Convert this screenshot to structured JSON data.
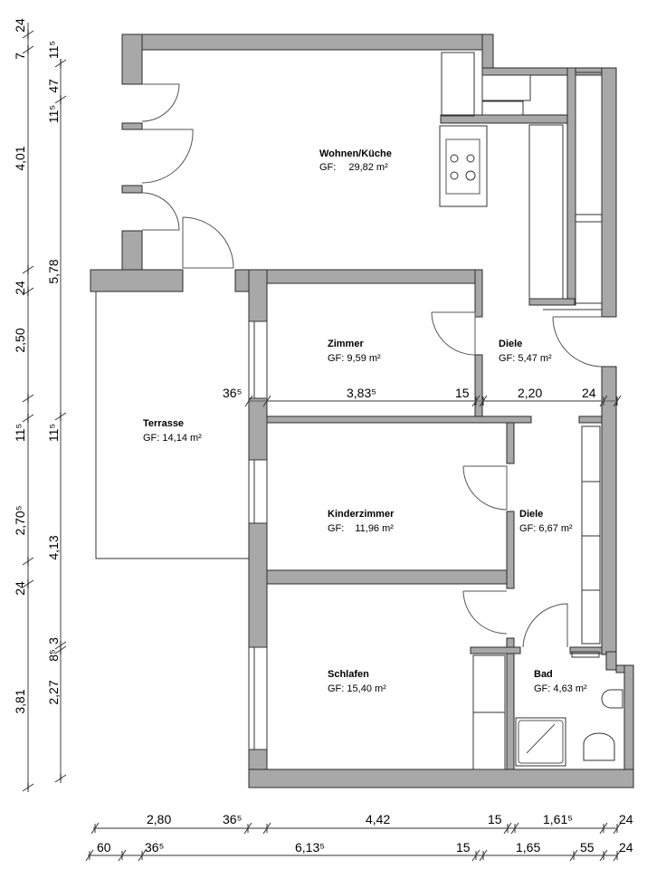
{
  "rooms": [
    {
      "name": "Wohnen/Küche",
      "gf": "GF:",
      "area": "29,82 m²"
    },
    {
      "name": "Zimmer",
      "gf": "GF:",
      "area": "9,59 m²"
    },
    {
      "name": "Diele",
      "gf": "GF:",
      "area": "5,47 m²"
    },
    {
      "name": "Terrasse",
      "gf": "GF:",
      "area": "14,14 m²"
    },
    {
      "name": "Kinderzimmer",
      "gf": "GF:",
      "area": "11,96 m²"
    },
    {
      "name": "Diele",
      "gf": "GF:",
      "area": "6,67 m²"
    },
    {
      "name": "Schlafen",
      "gf": "GF:",
      "area": "15,40 m²"
    },
    {
      "name": "Bad",
      "gf": "GF:",
      "area": "4,63 m²"
    }
  ],
  "dims": {
    "left_outer": [
      "24",
      "7",
      "4,01",
      "24",
      "2,50",
      "11⁵",
      "2,70⁵",
      "24",
      "3,81"
    ],
    "left_inner": [
      "11⁵",
      "47",
      "11⁵",
      "5,78",
      "11⁵",
      "4,13",
      "3",
      "8⁵",
      "2,27"
    ],
    "middle": [
      "36⁵",
      "3,83⁵",
      "15",
      "2,20",
      "24"
    ],
    "bottom_row1": [
      "2,80",
      "36⁵",
      "4,42",
      "15",
      "1,61⁵",
      "24"
    ],
    "bottom_row2": [
      "60",
      "36⁵",
      "6,13⁵",
      "15",
      "1,65",
      "55",
      "24"
    ]
  }
}
